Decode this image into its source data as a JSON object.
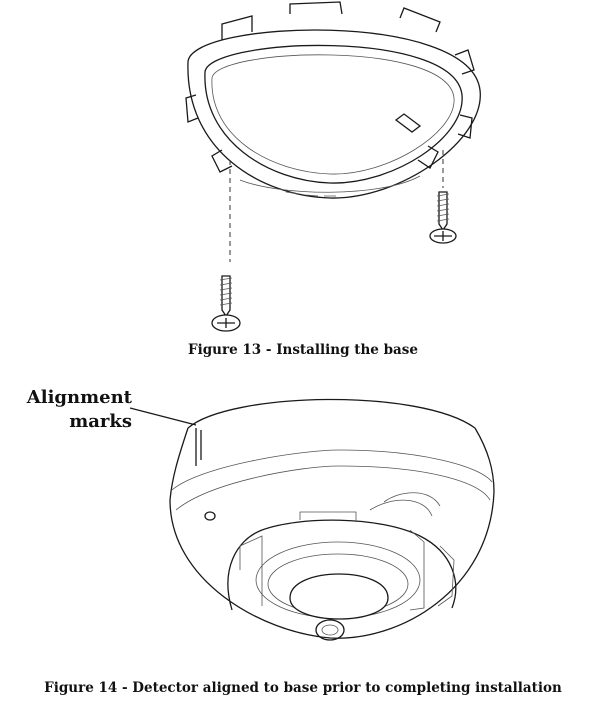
{
  "figure13": {
    "caption": "Figure 13 - Installing the base",
    "icon": "mounting-base-with-screws-drawing"
  },
  "figure14": {
    "caption": "Figure 14 - Detector aligned to base prior to completing installation",
    "icon": "smoke-detector-drawing",
    "callout_line1": "Alignment",
    "callout_line2": "marks"
  }
}
